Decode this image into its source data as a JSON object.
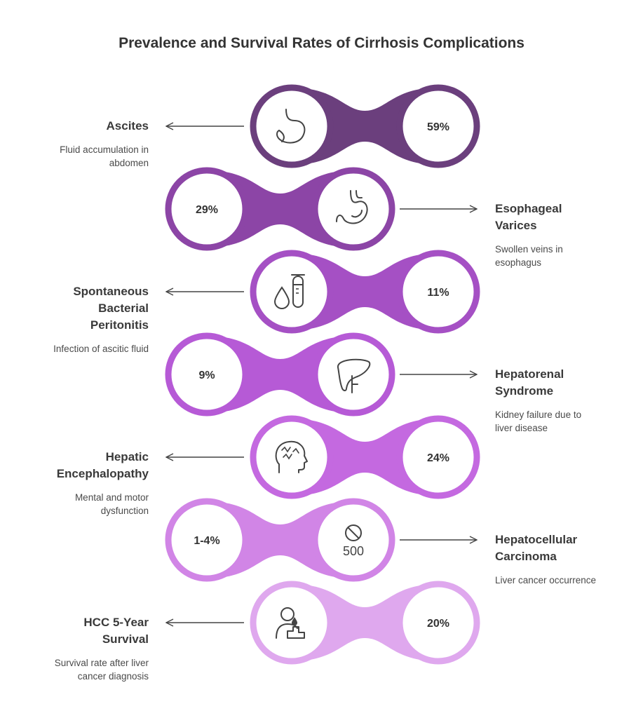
{
  "title": "Prevalence and Survival Rates of Cirrhosis Complications",
  "items": [
    {
      "name": "Ascites",
      "description": "Fluid accumulation in\nabdomen",
      "value": "59%",
      "icon": "stomach-icon",
      "color": "#6b3f7d"
    },
    {
      "name": "Esophageal\nVarices",
      "description": "Swollen veins in\nesophagus",
      "value": "29%",
      "icon": "esophagus-stomach-icon",
      "color": "#8c45a6"
    },
    {
      "name": "Spontaneous\nBacterial\nPeritonitis",
      "description": "Infection of ascitic fluid",
      "value": "11%",
      "icon": "drop-test-tube-icon",
      "color": "#a550c4"
    },
    {
      "name": "Hepatorenal\nSyndrome",
      "description": "Kidney failure due to\nliver disease",
      "value": "9%",
      "icon": "liver-icon",
      "color": "#b65ad6"
    },
    {
      "name": "Hepatic\nEncephalopathy",
      "description": "Mental and motor\ndysfunction",
      "value": "24%",
      "icon": "brain-head-icon",
      "color": "#c469e0"
    },
    {
      "name": "Hepatocellular\nCarcinoma",
      "description": "Liver cancer occurrence",
      "value": "1-4%",
      "icon": "no-500-icon",
      "icon_text": "500",
      "color": "#d185e6"
    },
    {
      "name": "HCC 5-Year\nSurvival",
      "description": "Survival rate after liver\ncancer diagnosis",
      "value": "20%",
      "icon": "person-podium-icon",
      "color": "#dfa8ee"
    }
  ]
}
